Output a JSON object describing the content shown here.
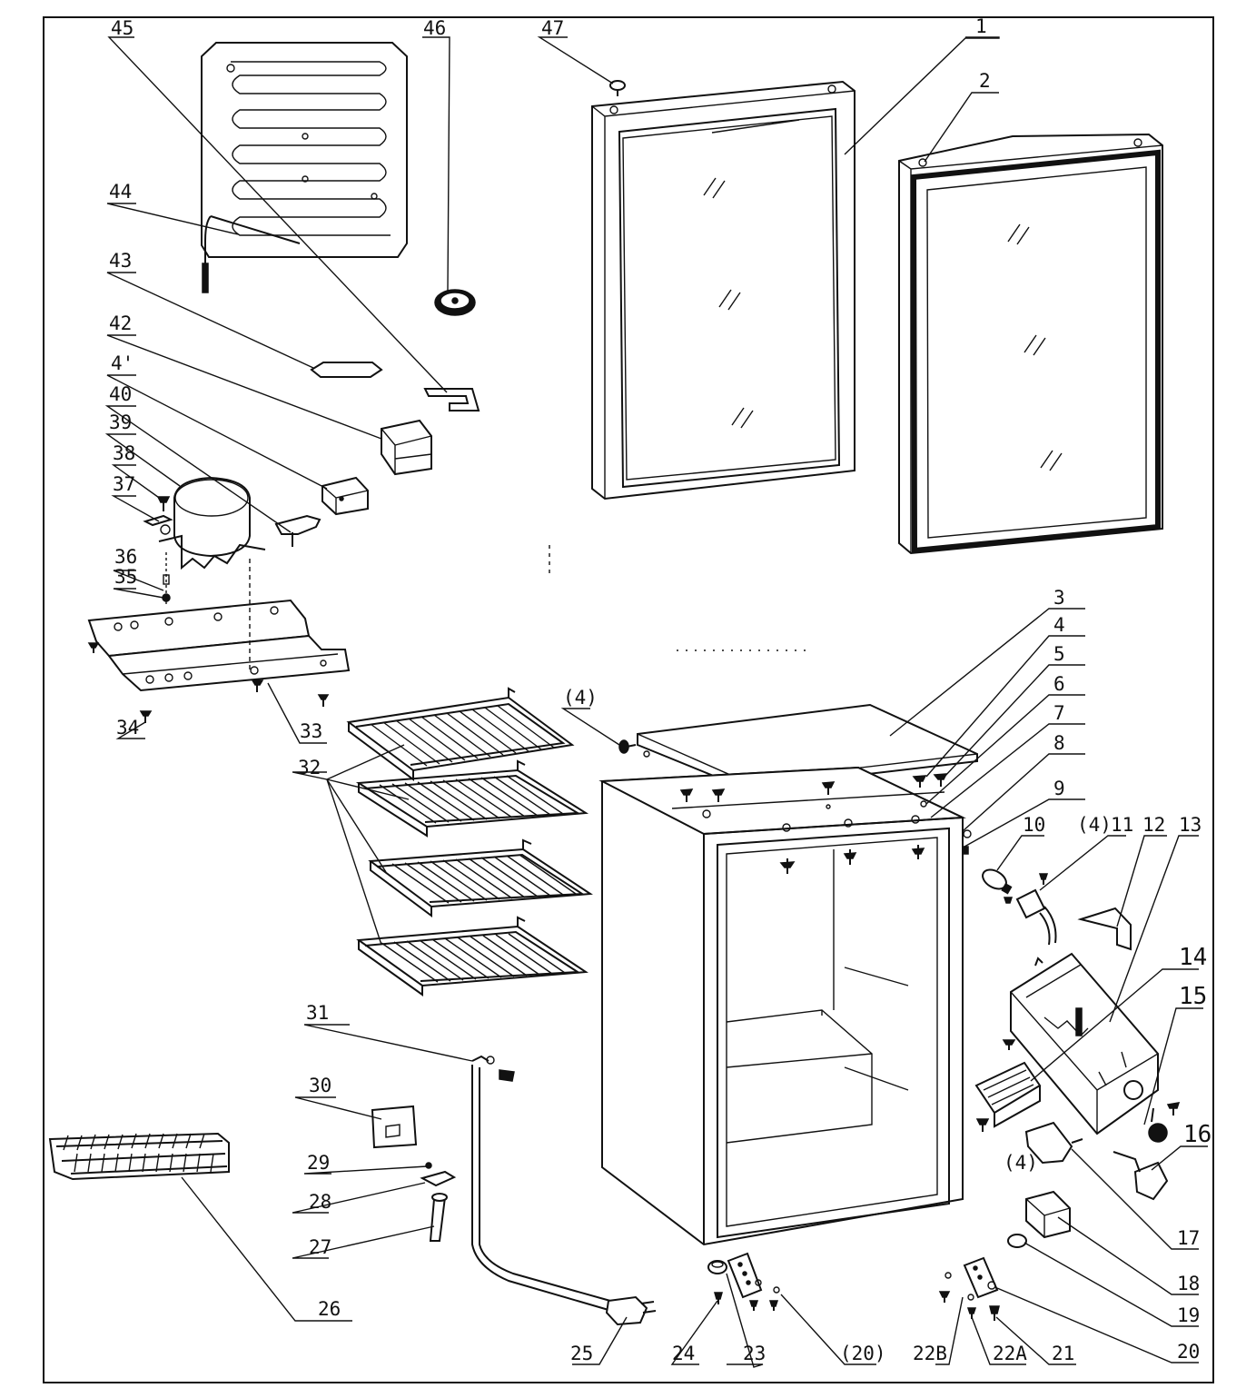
{
  "labels": {
    "l1": "1",
    "l2": "2",
    "l3": "3",
    "l4": "4",
    "l5": "5",
    "l6": "6",
    "l7": "7",
    "l8": "8",
    "l9": "9",
    "l10": "10",
    "l4b": "(4)",
    "l11": "11",
    "l12": "12",
    "l13": "13",
    "l14": "14",
    "l15": "15",
    "l16": "16",
    "l4c": "(4)",
    "l17": "17",
    "l18": "18",
    "l19": "19",
    "l20": "20",
    "l21": "21",
    "l22a": "22A",
    "l22b": "22B",
    "l20b": "(20)",
    "l23": "23",
    "l24": "24",
    "l25": "25",
    "l26": "26",
    "l27": "27",
    "l28": "28",
    "l29": "29",
    "l30": "30",
    "l31": "31",
    "l32": "32",
    "l4a": "(4)",
    "l33": "33",
    "l34": "34",
    "l35": "35",
    "l36": "36",
    "l37": "37",
    "l38": "38",
    "l39": "39",
    "l40": "40",
    "l4p": "4'",
    "l42": "42",
    "l43": "43",
    "l44": "44",
    "l45": "45",
    "l46": "46",
    "l47": "47"
  }
}
